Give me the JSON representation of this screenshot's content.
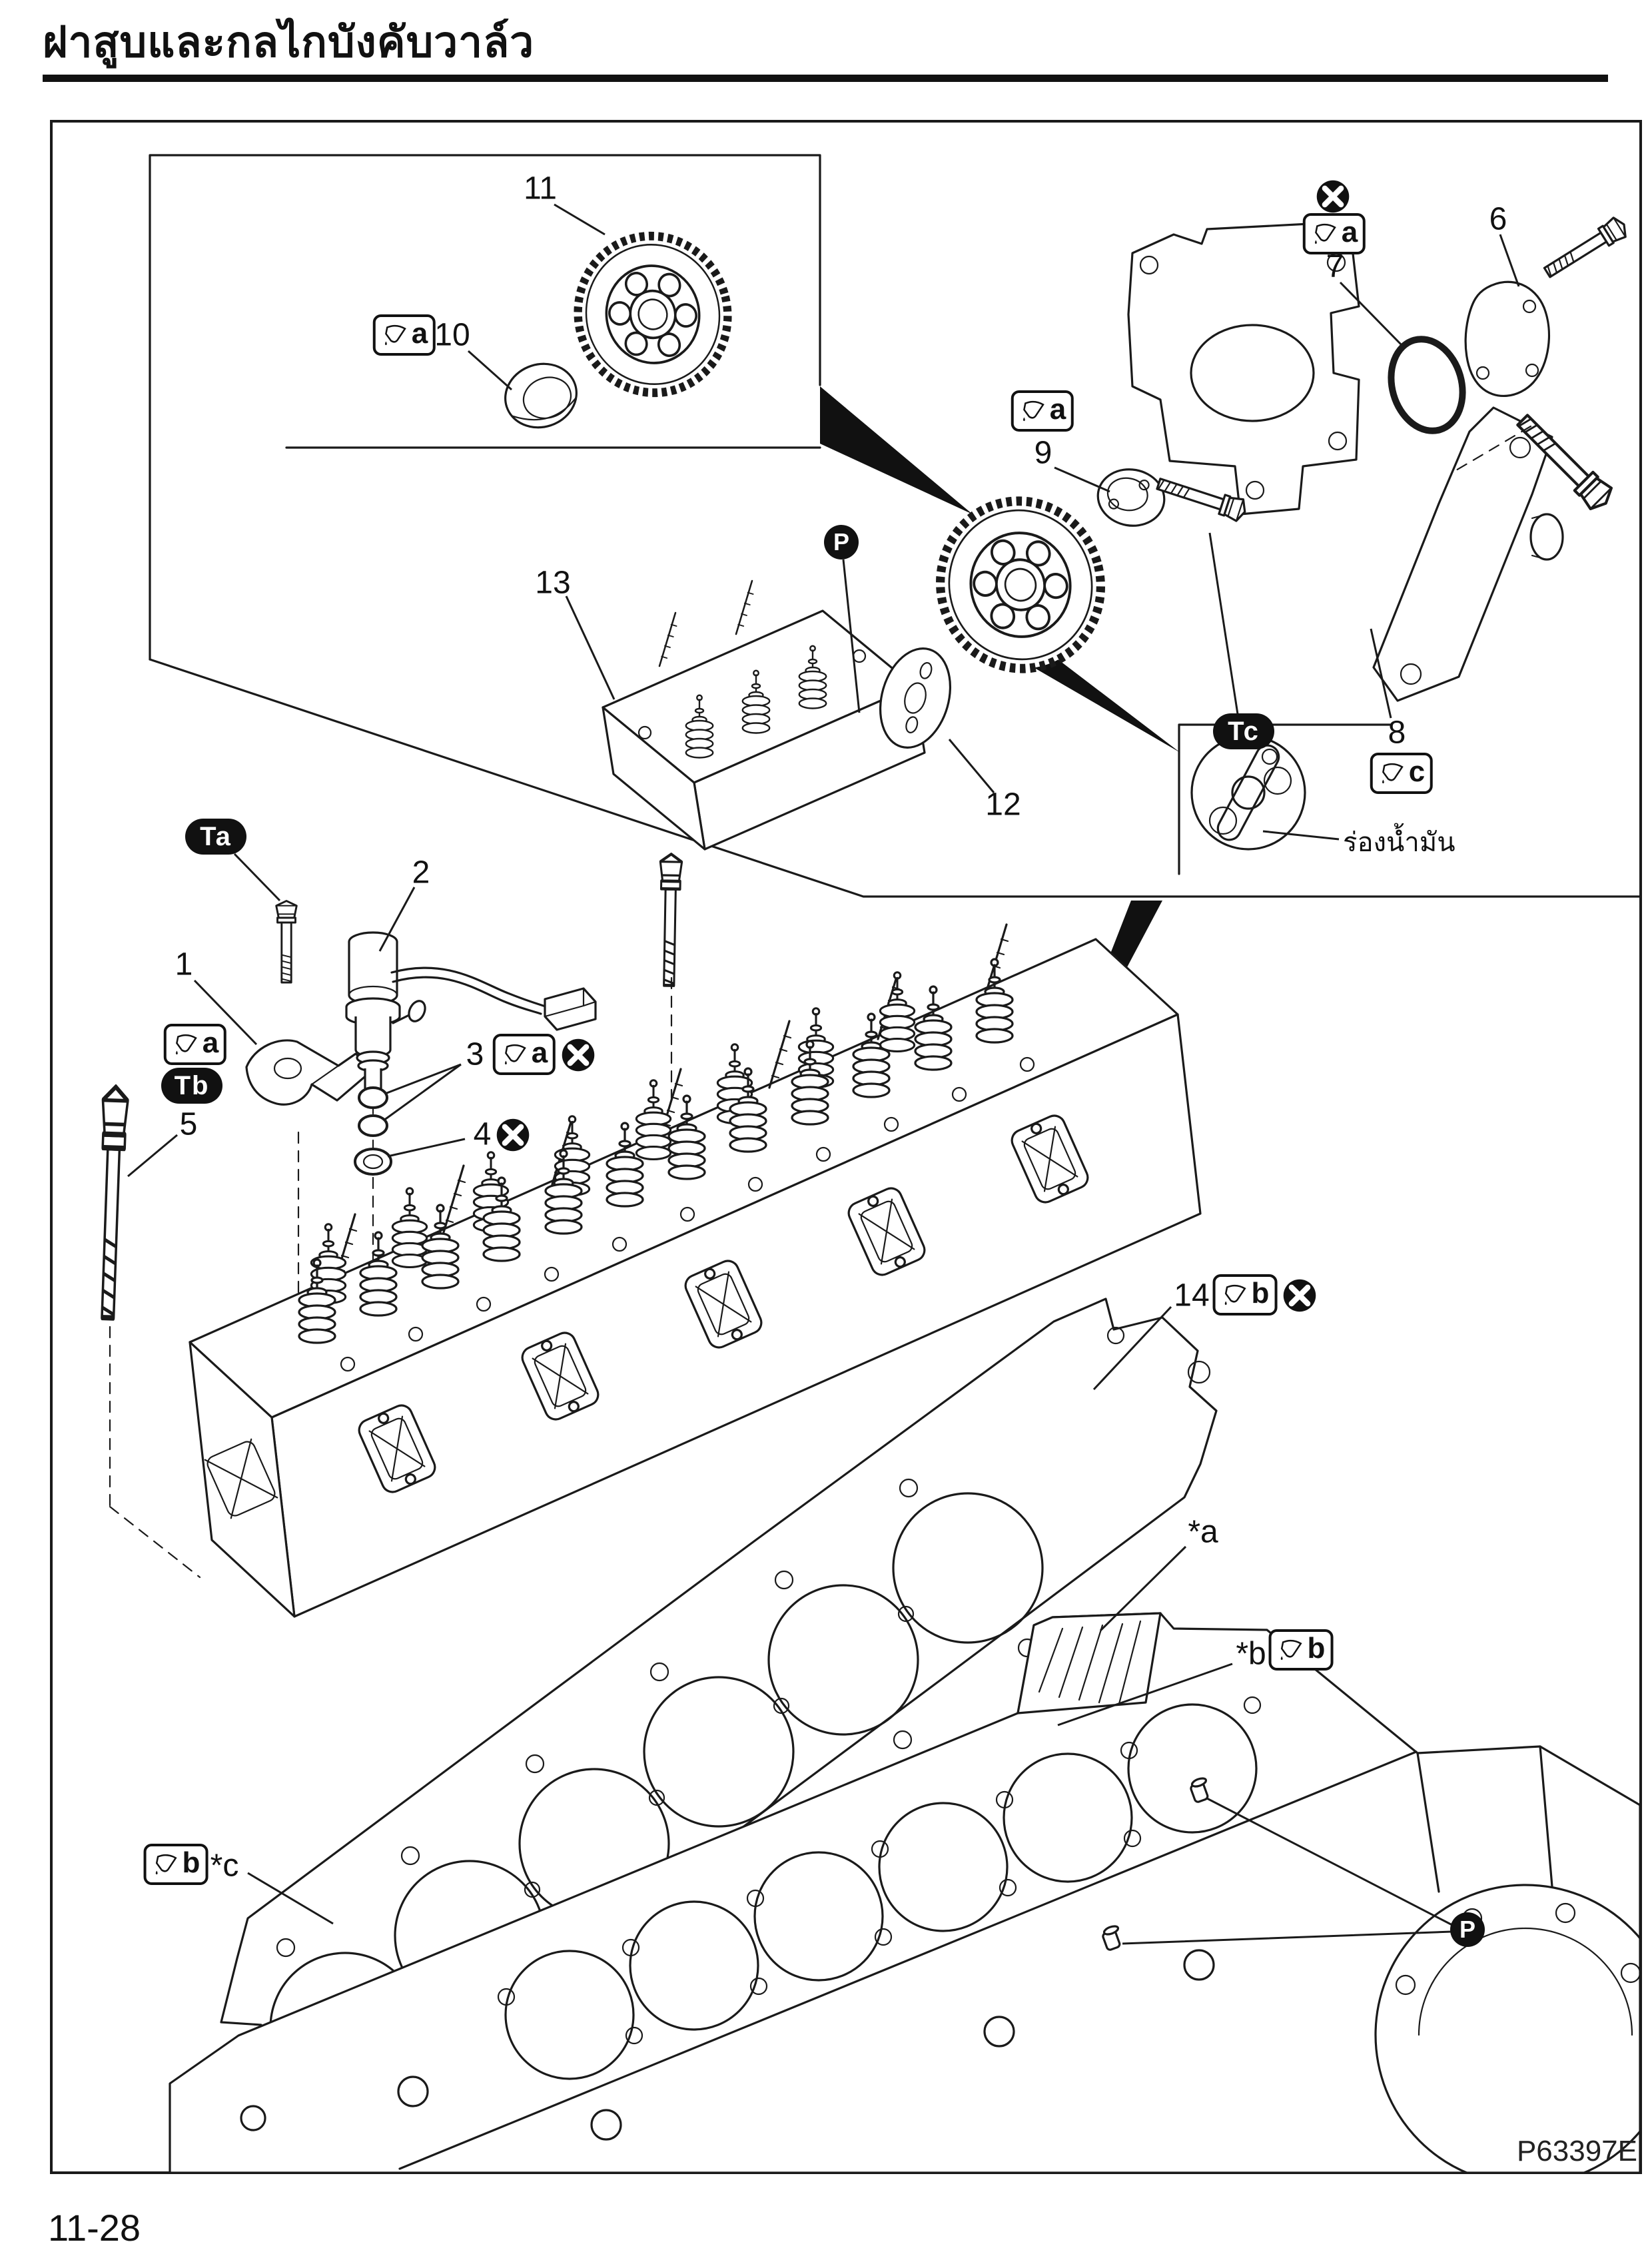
{
  "page": {
    "title": "ฝาสูบและกลไกบังคับวาล์ว",
    "page_number": "11-28",
    "figure_code": "P63397E"
  },
  "inset": {
    "label": "ร่องน้ำมัน"
  },
  "callouts": {
    "c1": "1",
    "c2": "2",
    "c3": "3",
    "c4": "4",
    "c5": "5",
    "c6": "6",
    "c7": "7",
    "c8": "8",
    "c9": "9",
    "c10": "10",
    "c11": "11",
    "c12": "12",
    "c13": "13",
    "c14": "14",
    "star_a": "*a",
    "star_b": "*b",
    "star_c": "*c"
  },
  "symbols": {
    "torque_a": "Ta",
    "torque_b": "Tb",
    "torque_c": "Tc",
    "pin": "P",
    "lube_a": "a",
    "lube_b": "b",
    "lube_c": "c",
    "lube_icon": "oil-can",
    "replace_icon": "circled-x"
  }
}
